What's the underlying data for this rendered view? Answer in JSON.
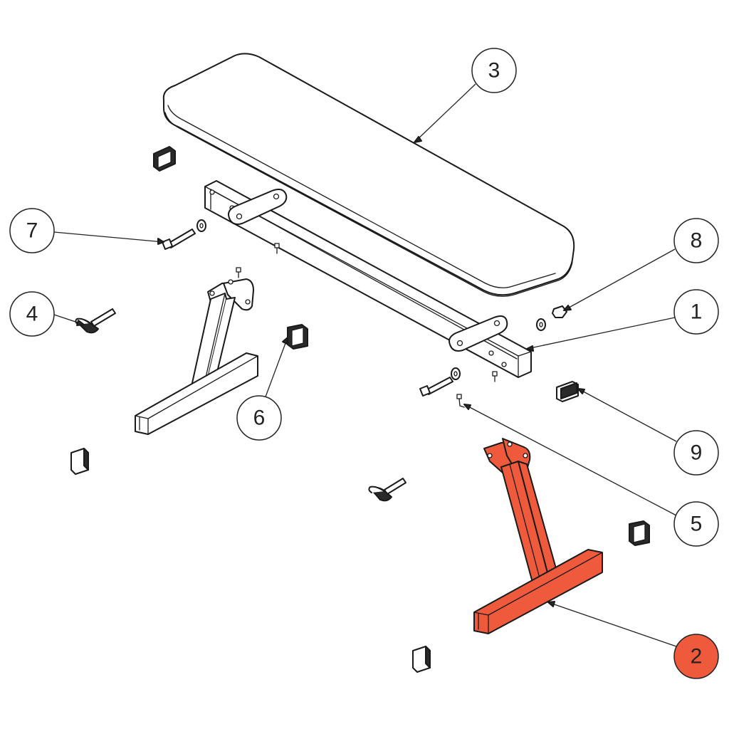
{
  "diagram": {
    "title": "",
    "highlight_color": "#f05a3c",
    "callouts": [
      {
        "label": "3",
        "part": "seat-pad"
      },
      {
        "label": "7",
        "part": "bolt"
      },
      {
        "label": "8",
        "part": "nut"
      },
      {
        "label": "1",
        "part": "main-beam"
      },
      {
        "label": "4",
        "part": "knob-bolt"
      },
      {
        "label": "6",
        "part": "square-end-cap"
      },
      {
        "label": "9",
        "part": "rectangular-end-cap"
      },
      {
        "label": "5",
        "part": "screw"
      },
      {
        "label": "2",
        "part": "rear-leg",
        "highlighted": true
      }
    ]
  }
}
